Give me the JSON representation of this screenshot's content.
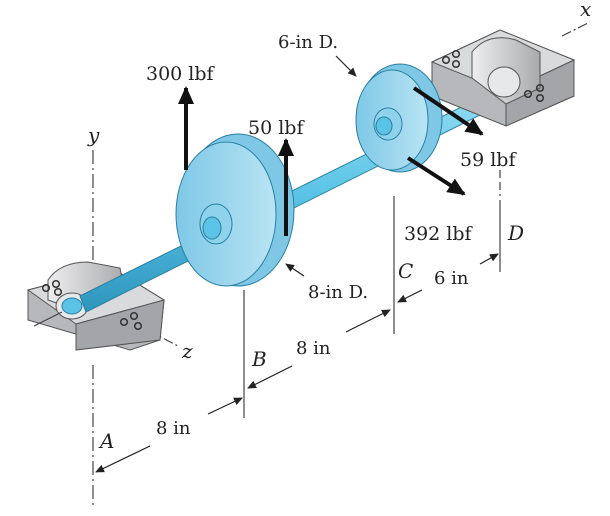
{
  "forces": {
    "f300": "300 lbf",
    "f50": "50 lbf",
    "f59": "59 lbf",
    "f392": "392 lbf"
  },
  "gears": {
    "gear_b_diameter": "8-in D.",
    "gear_c_diameter": "6-in D."
  },
  "dimensions": {
    "ab": "8 in",
    "bc": "8 in",
    "cd": "6 in"
  },
  "points": {
    "a": "A",
    "b": "B",
    "c": "C",
    "d": "D"
  },
  "axes": {
    "x": "x",
    "y": "y",
    "z": "z"
  },
  "colors": {
    "shaft": "#5bc4e6",
    "gear_face": "#a9dcf0",
    "gear_rim": "#7ec8e6",
    "bearing": "#d6d7d9",
    "bearing_dark": "#9a9b9e",
    "force_arrow": "#111111"
  }
}
